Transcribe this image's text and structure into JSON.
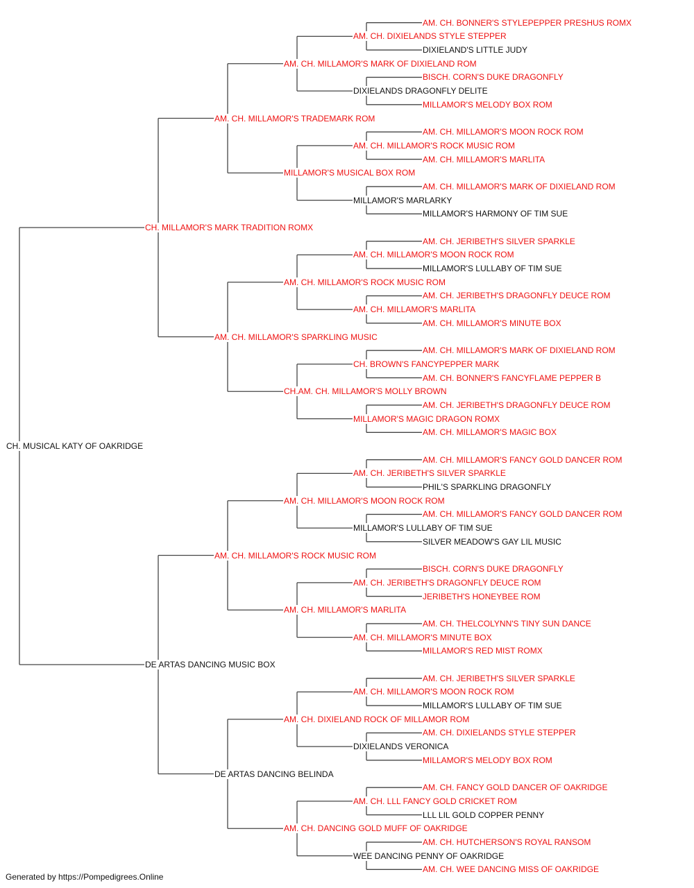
{
  "colors": {
    "champion": "#ee1111",
    "plain": "#111111",
    "line": "#444444"
  },
  "pedigree": {
    "name": "CH. MUSICAL KATY OF OAKRIDGE",
    "champion": false,
    "sire": {
      "name": "CH. MILLAMOR'S MARK TRADITION ROMX",
      "champion": true,
      "sire": {
        "name": "AM. CH. MILLAMOR'S TRADEMARK ROM",
        "champion": true,
        "sire": {
          "name": "AM. CH. MILLAMOR'S MARK OF DIXIELAND ROM",
          "champion": true,
          "sire": {
            "name": "AM. CH. DIXIELANDS STYLE STEPPER",
            "champion": true,
            "sire": {
              "name": "AM. CH. BONNER'S STYLEPEPPER PRESHUS ROMX",
              "champion": true
            },
            "dam": {
              "name": "DIXIELAND'S LITTLE JUDY",
              "champion": false
            }
          },
          "dam": {
            "name": "DIXIELANDS DRAGONFLY DELITE",
            "champion": false,
            "sire": {
              "name": "BISCH. CORN'S DUKE DRAGONFLY",
              "champion": true
            },
            "dam": {
              "name": "MILLAMOR'S MELODY BOX ROM",
              "champion": true
            }
          }
        },
        "dam": {
          "name": "MILLAMOR'S MUSICAL BOX ROM",
          "champion": true,
          "sire": {
            "name": "AM. CH. MILLAMOR'S ROCK MUSIC ROM",
            "champion": true,
            "sire": {
              "name": "AM. CH. MILLAMOR'S MOON ROCK ROM",
              "champion": true
            },
            "dam": {
              "name": "AM. CH. MILLAMOR'S MARLITA",
              "champion": true
            }
          },
          "dam": {
            "name": "MILLAMOR'S MARLARKY",
            "champion": false,
            "sire": {
              "name": "AM. CH. MILLAMOR'S MARK OF DIXIELAND ROM",
              "champion": true
            },
            "dam": {
              "name": "MILLAMOR'S HARMONY OF TIM SUE",
              "champion": false
            }
          }
        }
      },
      "dam": {
        "name": "AM. CH. MILLAMOR'S SPARKLING MUSIC",
        "champion": true,
        "sire": {
          "name": "AM. CH. MILLAMOR'S ROCK MUSIC ROM",
          "champion": true,
          "sire": {
            "name": "AM. CH. MILLAMOR'S MOON ROCK ROM",
            "champion": true,
            "sire": {
              "name": "AM. CH. JERIBETH'S SILVER SPARKLE",
              "champion": true
            },
            "dam": {
              "name": "MILLAMOR'S LULLABY OF TIM SUE",
              "champion": false
            }
          },
          "dam": {
            "name": "AM. CH. MILLAMOR'S MARLITA",
            "champion": true,
            "sire": {
              "name": "AM. CH. JERIBETH'S DRAGONFLY DEUCE ROM",
              "champion": true
            },
            "dam": {
              "name": "AM. CH. MILLAMOR'S MINUTE BOX",
              "champion": true
            }
          }
        },
        "dam": {
          "name": "CH.AM. CH. MILLAMOR'S MOLLY BROWN",
          "champion": true,
          "sire": {
            "name": "CH. BROWN'S FANCYPEPPER MARK",
            "champion": true,
            "sire": {
              "name": "AM. CH. MILLAMOR'S MARK OF DIXIELAND ROM",
              "champion": true
            },
            "dam": {
              "name": "AM. CH. BONNER'S FANCYFLAME PEPPER B",
              "champion": true
            }
          },
          "dam": {
            "name": "MILLAMOR'S MAGIC DRAGON ROMX",
            "champion": true,
            "sire": {
              "name": "AM. CH. JERIBETH'S DRAGONFLY DEUCE ROM",
              "champion": true
            },
            "dam": {
              "name": "AM. CH. MILLAMOR'S MAGIC BOX",
              "champion": true
            }
          }
        }
      }
    },
    "dam": {
      "name": "DE ARTAS DANCING MUSIC BOX",
      "champion": false,
      "sire": {
        "name": "AM. CH. MILLAMOR'S ROCK MUSIC ROM",
        "champion": true,
        "sire": {
          "name": "AM. CH. MILLAMOR'S MOON ROCK ROM",
          "champion": true,
          "sire": {
            "name": "AM. CH. JERIBETH'S SILVER SPARKLE",
            "champion": true,
            "sire": {
              "name": "AM. CH. MILLAMOR'S FANCY GOLD DANCER ROM",
              "champion": true
            },
            "dam": {
              "name": "PHIL'S SPARKLING DRAGONFLY",
              "champion": false
            }
          },
          "dam": {
            "name": "MILLAMOR'S LULLABY OF TIM SUE",
            "champion": false,
            "sire": {
              "name": "AM. CH. MILLAMOR'S FANCY GOLD DANCER ROM",
              "champion": true
            },
            "dam": {
              "name": "SILVER MEADOW'S GAY LIL MUSIC",
              "champion": false
            }
          }
        },
        "dam": {
          "name": "AM. CH. MILLAMOR'S MARLITA",
          "champion": true,
          "sire": {
            "name": "AM. CH. JERIBETH'S DRAGONFLY DEUCE ROM",
            "champion": true,
            "sire": {
              "name": "BISCH. CORN'S DUKE DRAGONFLY",
              "champion": true
            },
            "dam": {
              "name": "JERIBETH'S HONEYBEE ROM",
              "champion": true
            }
          },
          "dam": {
            "name": "AM. CH. MILLAMOR'S MINUTE BOX",
            "champion": true,
            "sire": {
              "name": "AM. CH. THELCOLYNN'S TINY SUN DANCE",
              "champion": true
            },
            "dam": {
              "name": "MILLAMOR'S RED MIST ROMX",
              "champion": true
            }
          }
        }
      },
      "dam": {
        "name": "DE ARTAS DANCING BELINDA",
        "champion": false,
        "sire": {
          "name": "AM. CH. DIXIELAND ROCK OF MILLAMOR ROM",
          "champion": true,
          "sire": {
            "name": "AM. CH. MILLAMOR'S MOON ROCK ROM",
            "champion": true,
            "sire": {
              "name": "AM. CH. JERIBETH'S SILVER SPARKLE",
              "champion": true
            },
            "dam": {
              "name": "MILLAMOR'S LULLABY OF TIM SUE",
              "champion": false
            }
          },
          "dam": {
            "name": "DIXIELANDS VERONICA",
            "champion": false,
            "sire": {
              "name": "AM. CH. DIXIELANDS STYLE STEPPER",
              "champion": true
            },
            "dam": {
              "name": "MILLAMOR'S MELODY BOX ROM",
              "champion": true
            }
          }
        },
        "dam": {
          "name": "AM. CH. DANCING GOLD MUFF OF OAKRIDGE",
          "champion": true,
          "sire": {
            "name": "AM. CH. LLL FANCY GOLD CRICKET ROM",
            "champion": true,
            "sire": {
              "name": "AM. CH. FANCY GOLD DANCER OF OAKRIDGE",
              "champion": true
            },
            "dam": {
              "name": "LLL LIL GOLD COPPER PENNY",
              "champion": false
            }
          },
          "dam": {
            "name": "WEE DANCING PENNY OF OAKRIDGE",
            "champion": false,
            "sire": {
              "name": "AM. CH. HUTCHERSON'S ROYAL RANSOM",
              "champion": true
            },
            "dam": {
              "name": "AM. CH. WEE DANCING MISS OF OAKRIDGE",
              "champion": true
            }
          }
        }
      }
    }
  },
  "footer": {
    "text": "Generated by https://Pompedigrees.Online"
  }
}
